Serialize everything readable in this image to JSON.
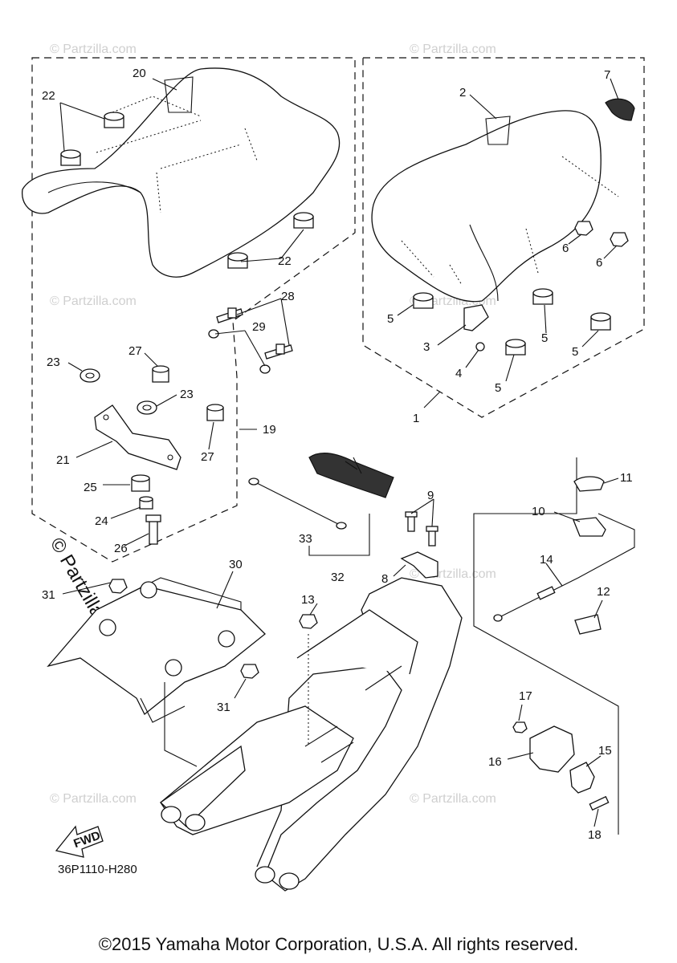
{
  "diagram_code": "36P1110-H280",
  "fwd_label": "FWD",
  "watermark": "© Partzilla.com",
  "copyright": "©2015 Yamaha Motor Corporation, U.S.A. All rights reserved.",
  "callouts": [
    "1",
    "2",
    "3",
    "4",
    "5",
    "5",
    "5",
    "5",
    "6",
    "6",
    "7",
    "8",
    "9",
    "10",
    "11",
    "12",
    "13",
    "14",
    "15",
    "16",
    "17",
    "18",
    "19",
    "20",
    "21",
    "22",
    "22",
    "23",
    "23",
    "24",
    "25",
    "26",
    "27",
    "27",
    "28",
    "29",
    "30",
    "31",
    "31",
    "32",
    "33"
  ]
}
